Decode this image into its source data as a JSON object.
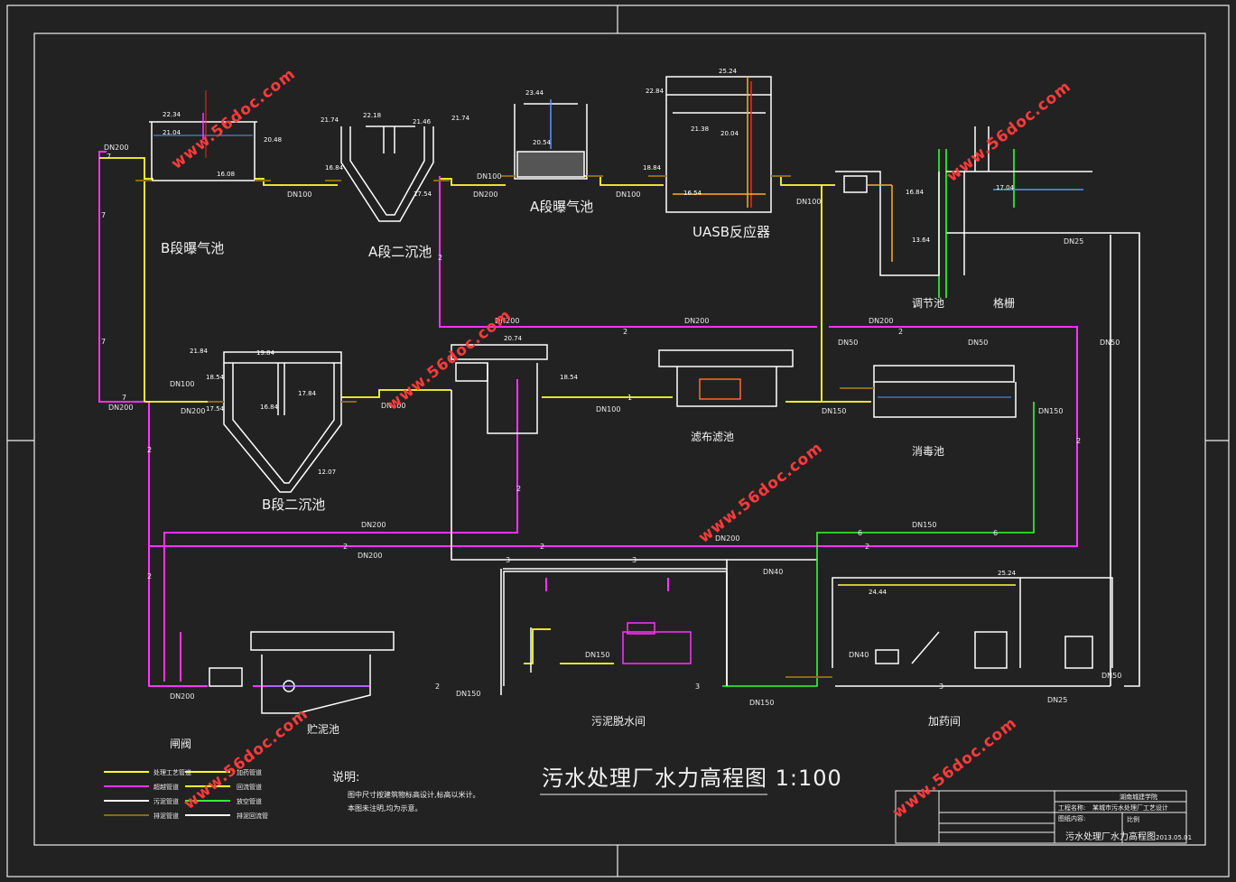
{
  "drawing_title": "污水处理厂水力高程图 1:100",
  "notes": {
    "heading": "说明:",
    "line1": "图中尺寸按建筑物标高设计,标高以米计。",
    "line2": "本图未注明,均为示意。"
  },
  "units": {
    "b_aeration": "B段曝气池",
    "a_clarifier": "A段二沉池",
    "a_aeration": "A段曝气池",
    "uasb": "UASB反应器",
    "equalization": "调节池",
    "screen": "格栅",
    "b_clarifier": "B段二沉池",
    "cloth_filter": "滤布滤池",
    "disinfection": "消毒池",
    "gate_well": "闸阀",
    "sludge_tank": "贮泥池",
    "dewatering": "污泥脱水间",
    "dosing": "加药间"
  },
  "pipe_labels": {
    "dn200": "DN200",
    "dn100": "DN100",
    "dn150": "DN150",
    "dn50": "DN50",
    "dn40": "DN40",
    "dn25": "DN25"
  },
  "line_numbers": {
    "n1": "1",
    "n2": "2",
    "n3": "3",
    "n6": "6",
    "n7": "7"
  },
  "elevations": {
    "e1": "22.34",
    "e2": "21.04",
    "e3": "21.74",
    "e4": "22.18",
    "e5": "20.48",
    "e6": "21.46",
    "e7": "21.74",
    "e8": "17.54",
    "e9": "16.84",
    "e10": "16.08",
    "e11": "23.44",
    "e12": "20.54",
    "e13": "25.24",
    "e14": "22.84",
    "e15": "21.38",
    "e16": "20.04",
    "e17": "18.84",
    "e18": "16.54",
    "e19": "17.04",
    "e20": "16.84",
    "e21": "13.64",
    "e22": "21.84",
    "e23": "19.84",
    "e24": "18.54",
    "e25": "17.84",
    "e26": "17.54",
    "e27": "16.84",
    "e28": "12.07",
    "e29": "20.74",
    "e30": "18.54",
    "e31": "25.24",
    "e32": "24.44"
  },
  "legend": {
    "l1": "处理工艺管道",
    "l2": "超越管道",
    "l3": "污泥管道",
    "l4": "排泥管道",
    "l5": "加药管道",
    "l6": "回流管道",
    "l7": "放空管道",
    "l8": "排泥回流管"
  },
  "title_block": {
    "school": "湖南城建学院",
    "project_label": "工程名称:",
    "project": "某城市污水处理厂工艺设计",
    "content_label": "图纸内容:",
    "sheet_title": "污水处理厂水力高程图",
    "scale_label": "比例",
    "date": "2013.05.01"
  },
  "watermark": "www.56doc.com",
  "colors": {
    "process": "#ffff33",
    "bypass": "#ff33ff",
    "sludge": "#ffffff",
    "dosing": "#33ff33",
    "soil": "#8b6914",
    "frame": "#f0f0f0",
    "watermark": "#ff3b3b"
  }
}
